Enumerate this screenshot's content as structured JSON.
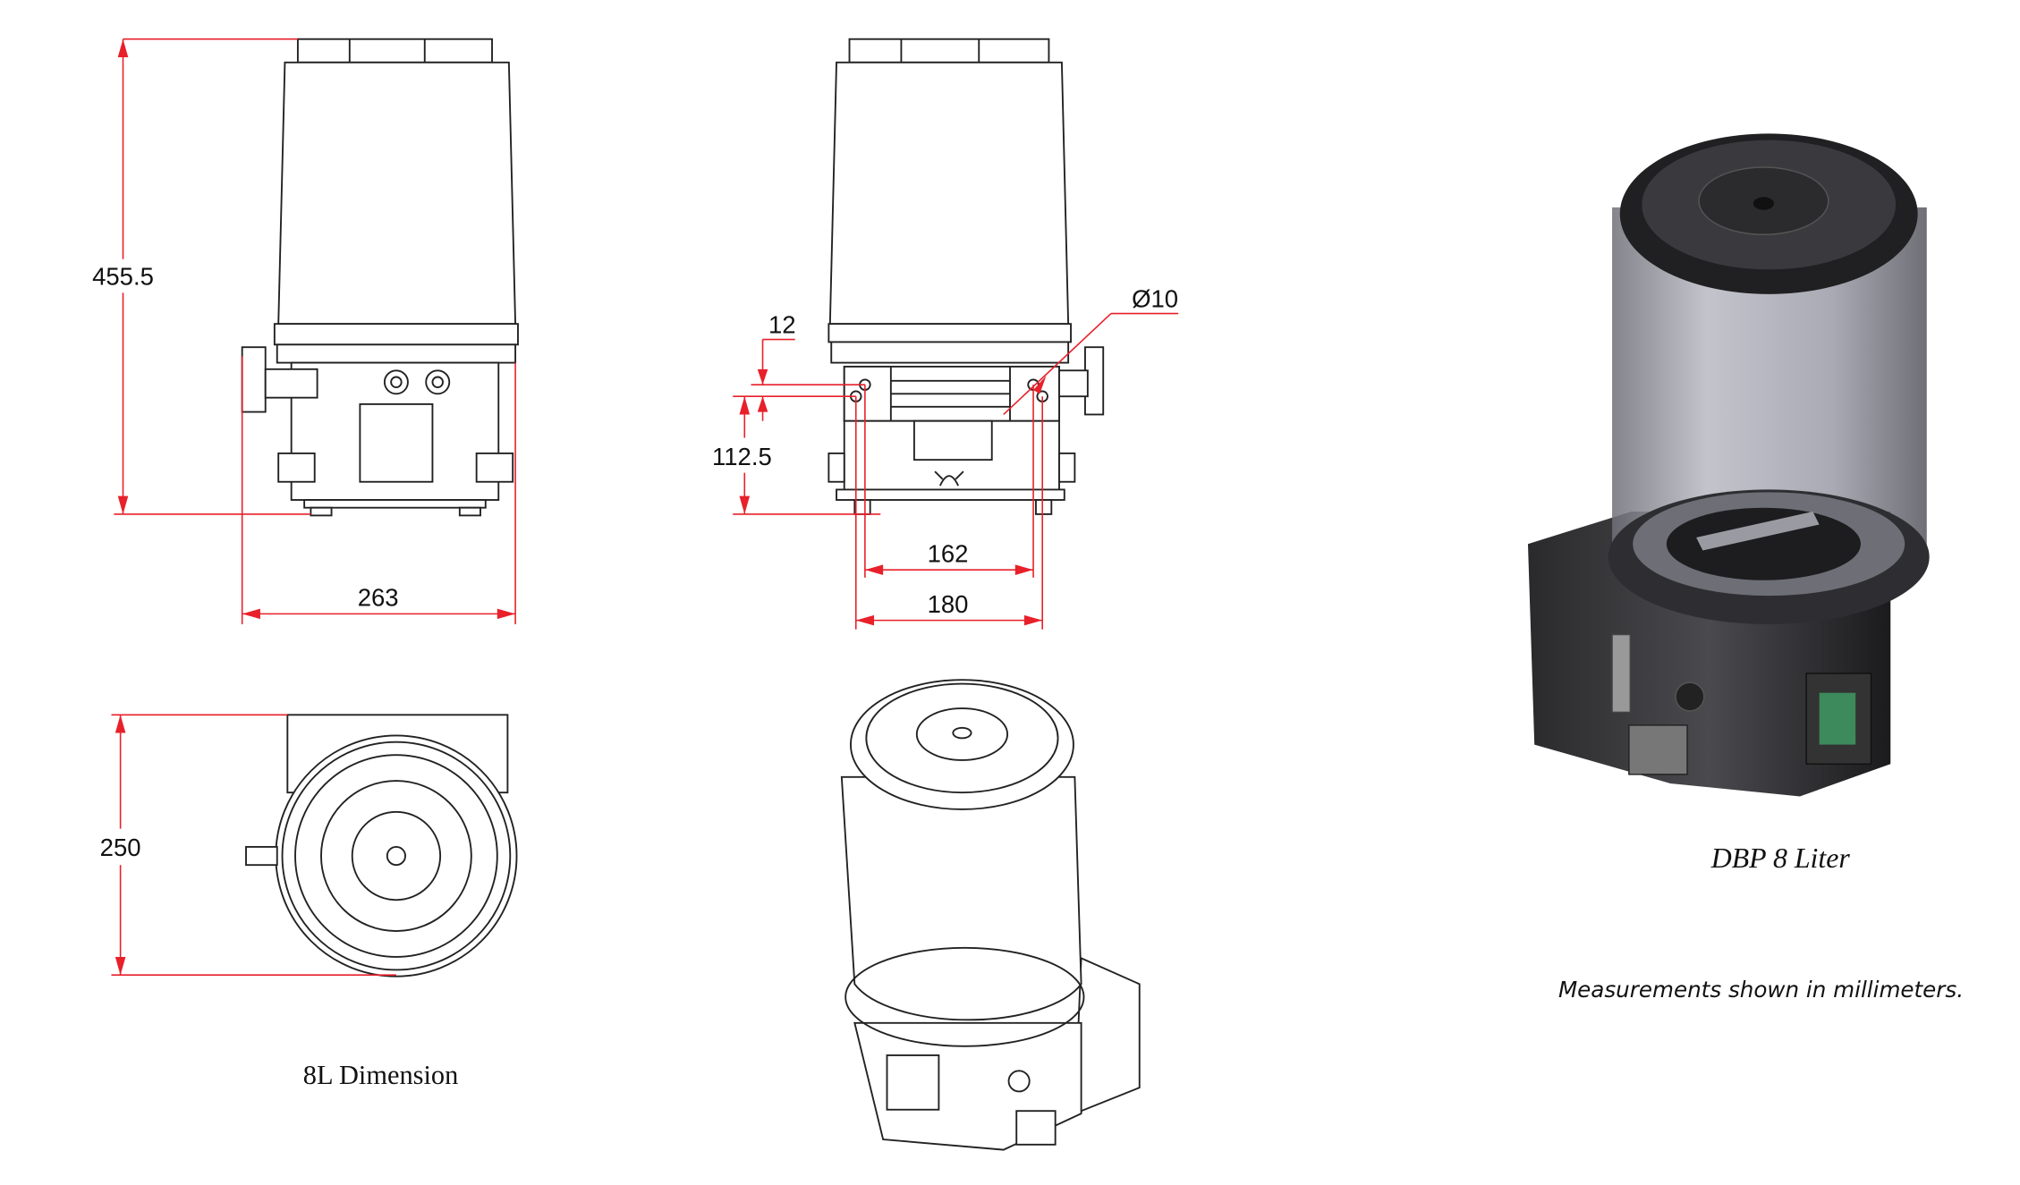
{
  "front_view": {
    "height_label": "455.5",
    "width_label": "263"
  },
  "side_view": {
    "offset_label": "12",
    "mount_height_label": "112.5",
    "hole_spacing_inner_label": "162",
    "hole_spacing_outer_label": "180",
    "hole_diameter_label": "Ø10"
  },
  "top_view": {
    "depth_label": "250"
  },
  "captions": {
    "drawing_title": "8L Dimension",
    "product_name": "DBP 8 Liter",
    "units_note": "Measurements shown in millimeters."
  },
  "colors": {
    "dimension": "#e8202a",
    "line": "#222222"
  }
}
